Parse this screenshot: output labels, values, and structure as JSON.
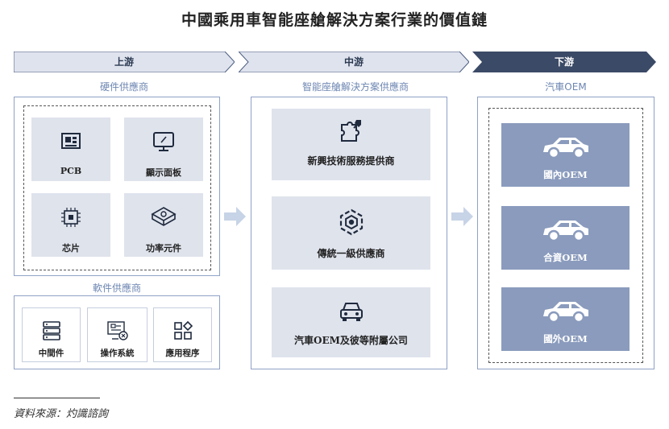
{
  "title": "中國乘用車智能座艙解決方案行業的價值鏈",
  "stages": {
    "upstream": "上游",
    "midstream": "中游",
    "downstream": "下游"
  },
  "upstream": {
    "hardware_title": "硬件供應商",
    "hardware": [
      "PCB",
      "顯示面板",
      "芯片",
      "功率元件"
    ],
    "software_title": "軟件供應商",
    "software": [
      "中間件",
      "操作系統",
      "應用程序"
    ]
  },
  "midstream": {
    "title": "智能座艙解決方案供應商",
    "items": [
      "新興技術服務提供商",
      "傳統一級供應商",
      "汽車OEM及彼等附屬公司"
    ]
  },
  "downstream": {
    "title": "汽車OEM",
    "items": [
      "國內OEM",
      "合資OEM",
      "國外OEM"
    ]
  },
  "source": "資料來源：灼識諮詢",
  "colors": {
    "stage_light": "#dfe3ee",
    "stage_dark": "#3b4a66",
    "tile": "#dfe3ec",
    "oem_tile": "#8a9bbd",
    "accent_text": "#6d86b2"
  },
  "icons": {
    "hardware": [
      "pcb-icon",
      "monitor-icon",
      "chip-icon",
      "power-component-icon"
    ],
    "software": [
      "server-stack-icon",
      "operating-system-icon",
      "apps-grid-icon"
    ],
    "midstream": [
      "puzzle-rocket-icon",
      "hexagon-gear-icon",
      "car-front-icon"
    ],
    "downstream": [
      "car-side-icon",
      "car-side-icon",
      "car-side-icon"
    ]
  }
}
